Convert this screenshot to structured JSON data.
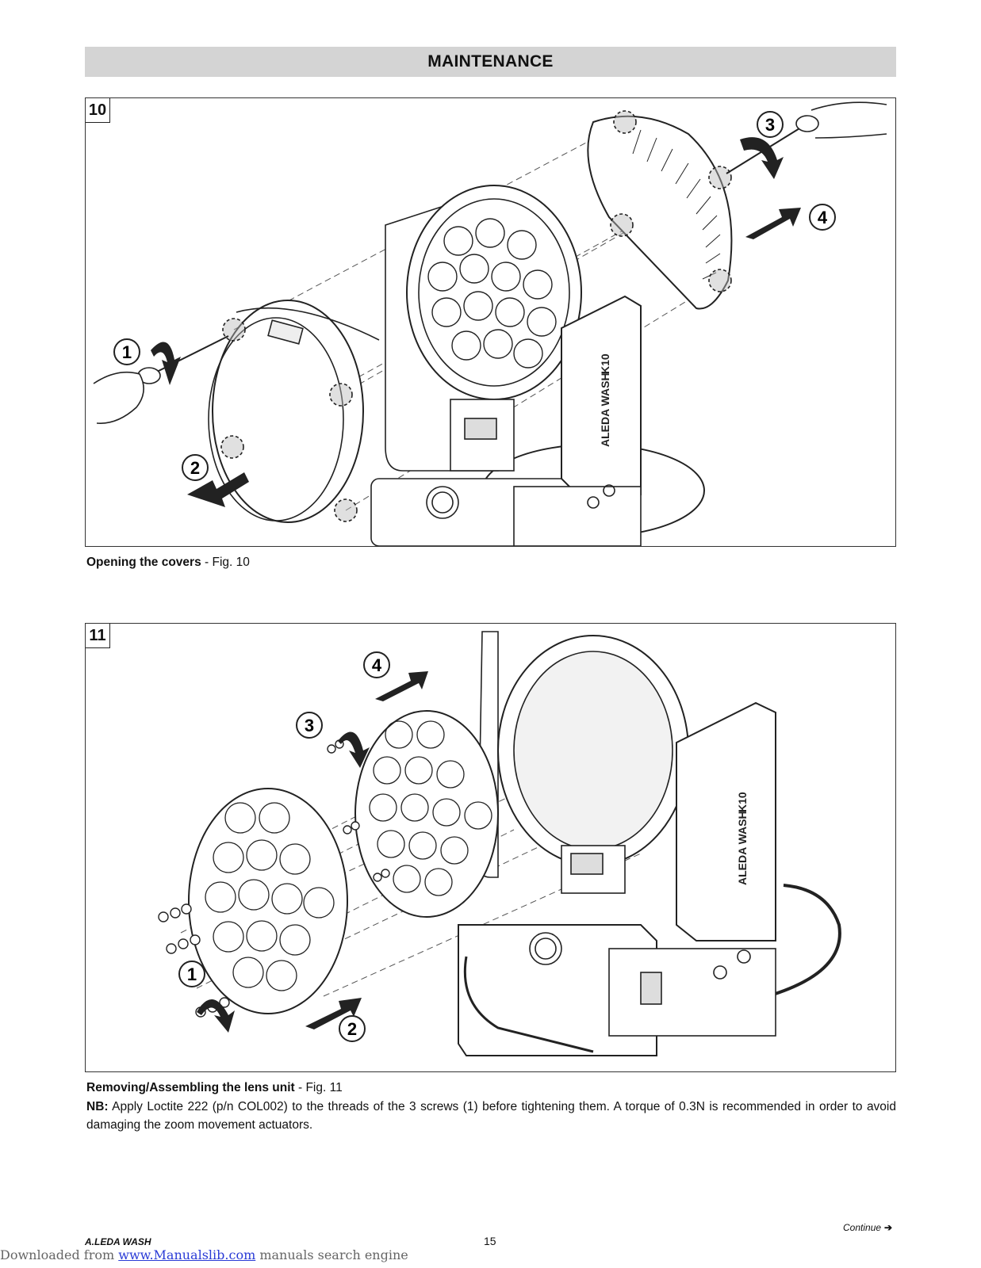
{
  "header": {
    "title": "MAINTENANCE"
  },
  "figures": [
    {
      "number": "10",
      "callouts": [
        "1",
        "2",
        "3",
        "4"
      ],
      "label_lines": [
        "ALEDA WASH",
        "K10"
      ],
      "caption_bold": "Opening the covers",
      "caption_rest": " - Fig. 10"
    },
    {
      "number": "11",
      "callouts": [
        "1",
        "2",
        "3",
        "4"
      ],
      "label_lines": [
        "ALEDA WASH",
        "K10"
      ],
      "caption_bold": "Removing/Assembling the lens unit",
      "caption_rest": " - Fig. 11"
    }
  ],
  "note": {
    "label": "NB:",
    "text": " Apply Loctite 222 (p/n COL002) to the threads of the 3 screws (1) before tightening them. A torque of 0.3N is recommended in order to avoid damaging the zoom movement actuators."
  },
  "footer": {
    "brand": "A.LEDA WASH",
    "page_number": "15",
    "continue_label": "Continue",
    "continue_arrow": "➔",
    "download_prefix": "Downloaded from ",
    "download_link": "www.Manualslib.com",
    "download_suffix": " manuals search engine"
  }
}
